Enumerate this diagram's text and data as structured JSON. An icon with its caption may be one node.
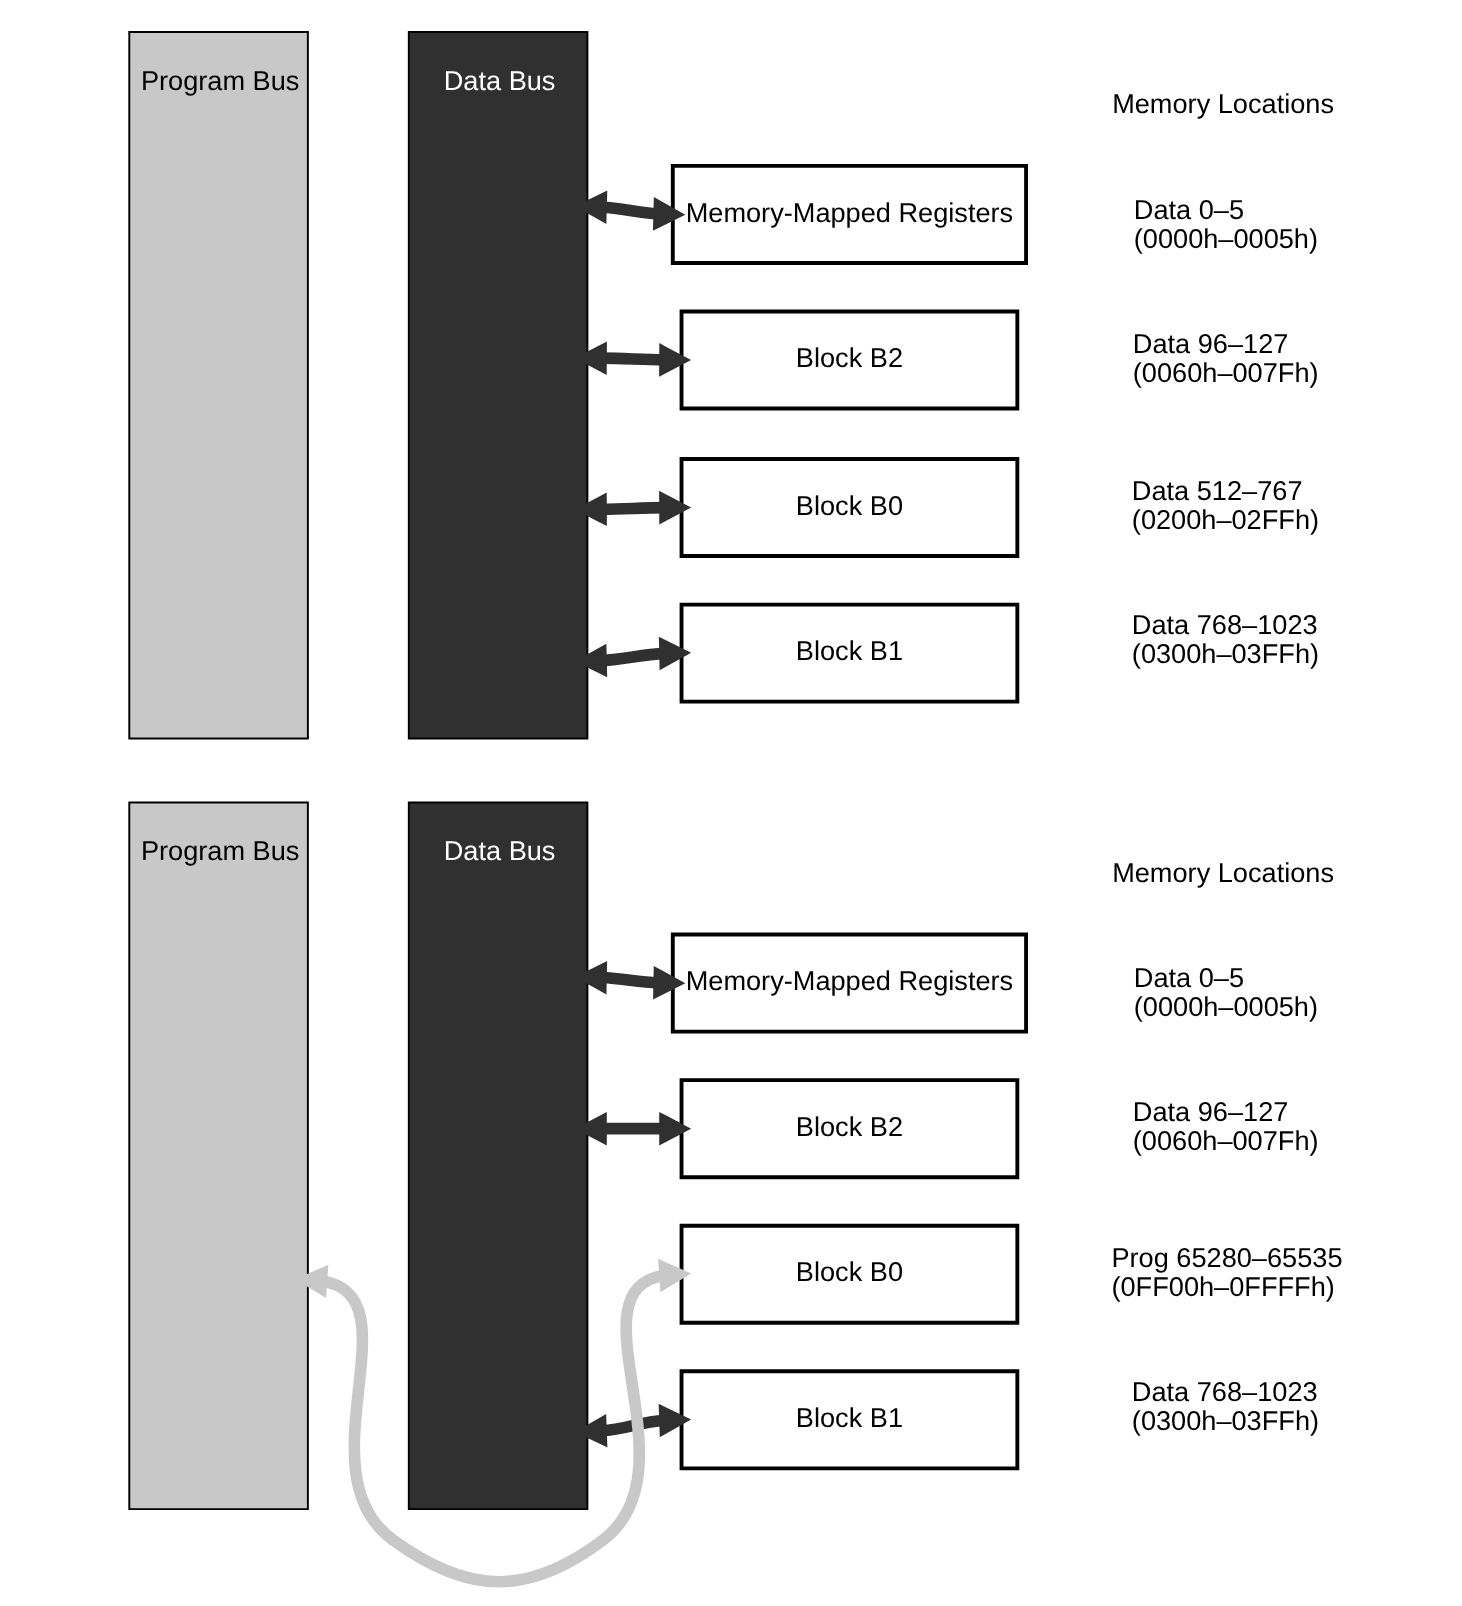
{
  "diagram": {
    "nodes": [
      {
        "text": [
          "Program Bus"
        ]
      },
      {
        "text": [
          "Data Bus"
        ]
      },
      {
        "text": [
          "Memory-Mapped Registers"
        ],
        "beside": [
          "Data 0–5",
          "(0000h–0005h)"
        ]
      },
      {
        "text": [
          "Block B2"
        ],
        "beside": [
          "Data 96–127",
          "(0060h–007Fh)"
        ]
      },
      {
        "text": [
          "Block B0"
        ],
        "beside": [
          "Data 512–767",
          "(0200h–02FFh)"
        ]
      },
      {
        "text": [
          "Block B1"
        ],
        "beside": [
          "Data 768–1023",
          "(0300h–03FFh)"
        ]
      },
      {
        "text": [
          "Program Bus"
        ]
      },
      {
        "text": [
          "Data Bus"
        ]
      },
      {
        "text": [
          "Memory-Mapped Registers"
        ],
        "beside": [
          "Data 0–5",
          "(0000h–0005h)"
        ]
      },
      {
        "text": [
          "Block B2"
        ],
        "beside": [
          "Data 96–127",
          "(0060h–007Fh)"
        ]
      },
      {
        "text": [
          "Block B0"
        ],
        "beside": [
          "Prog 65280–65535",
          "(0FF00h–0FFFFh)"
        ]
      },
      {
        "text": [
          "Block B1"
        ],
        "beside": [
          "Data 768–1023",
          "(0300h–03FFh)"
        ]
      }
    ],
    "edges": [
      {
        "from": 1,
        "to": 2,
        "arrow": "both"
      },
      {
        "from": 1,
        "to": 3,
        "arrow": "both"
      },
      {
        "from": 1,
        "to": 4,
        "arrow": "both"
      },
      {
        "from": 1,
        "to": 5,
        "arrow": "both"
      },
      {
        "from": 7,
        "to": 8,
        "arrow": "both"
      },
      {
        "from": 7,
        "to": 9,
        "arrow": "both"
      },
      {
        "from": 10,
        "to": 6,
        "arrow": "both",
        "color": "#c8c8c8"
      },
      {
        "from": 7,
        "to": 11,
        "arrow": "both"
      }
    ],
    "labels": [
      "Memory Locations",
      "Memory Locations"
    ]
  }
}
